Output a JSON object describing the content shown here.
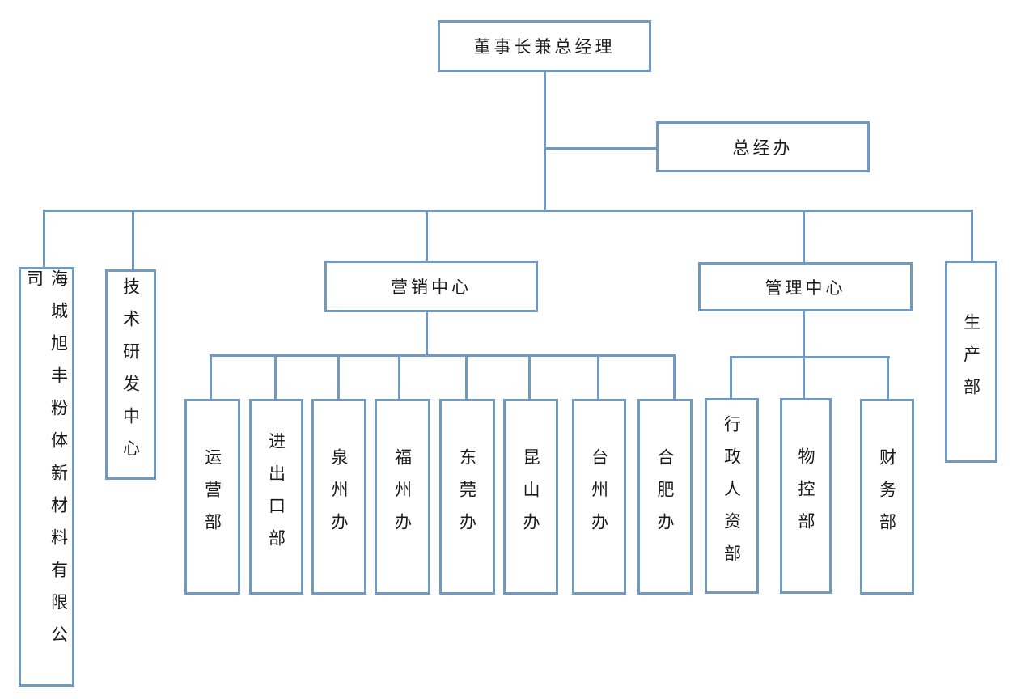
{
  "diagram": {
    "type": "org-chart",
    "line_color": "#719AC0",
    "text_color": "#1B1B1B",
    "nodes": {
      "chairman": {
        "label": "董事长兼总经理"
      },
      "gm_office": {
        "label": "总经办"
      },
      "company": {
        "label": "海城旭丰粉体新材料有限公司"
      },
      "tech_center": {
        "label": "技术研发中心"
      },
      "marketing_center": {
        "label": "营销中心"
      },
      "management_center": {
        "label": "管理中心"
      },
      "production": {
        "label": "生产部"
      }
    },
    "marketing_children": [
      {
        "label": "运营部"
      },
      {
        "label": "进出口部"
      },
      {
        "label": "泉州办"
      },
      {
        "label": "福州办"
      },
      {
        "label": "东莞办"
      },
      {
        "label": "昆山办"
      },
      {
        "label": "台州办"
      },
      {
        "label": "合肥办"
      }
    ],
    "management_children": [
      {
        "label": "行政人资部"
      },
      {
        "label": "物控部"
      },
      {
        "label": "财务部"
      }
    ]
  }
}
